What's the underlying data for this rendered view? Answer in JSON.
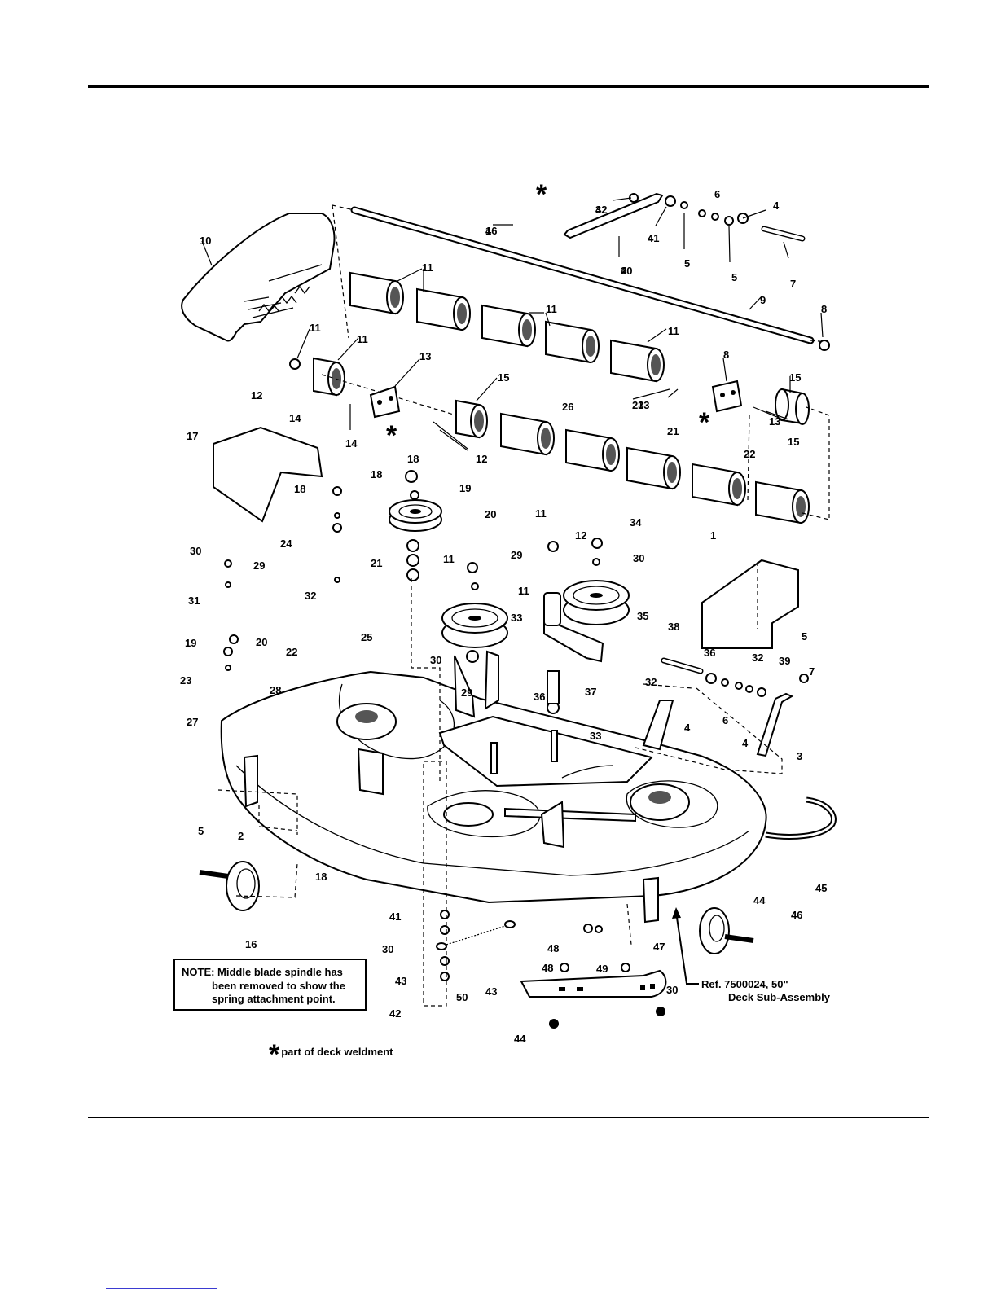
{
  "note": {
    "line1": "NOTE: Middle blade spindle has",
    "line2": "been removed to show the",
    "line3": "spring attachment point."
  },
  "weldment_note": {
    "symbol": "*",
    "text": "part of deck weldment"
  },
  "reference": {
    "line1": "Ref. 7500024, 50\"",
    "line2": "Deck Sub-Assembly"
  },
  "callouts": [
    "1",
    "2",
    "3",
    "4",
    "4",
    "5",
    "5",
    "6",
    "7",
    "8",
    "9",
    "10",
    "11",
    "11",
    "11",
    "11",
    "11",
    "13",
    "15",
    "8",
    "15",
    "13",
    "12",
    "14",
    "15",
    "13",
    "12",
    "14",
    "17",
    "18",
    "18",
    "18",
    "19",
    "20",
    "21",
    "24",
    "29",
    "30",
    "31",
    "32",
    "25",
    "19",
    "20",
    "22",
    "23",
    "28",
    "27",
    "26",
    "21",
    "22",
    "23",
    "11",
    "11",
    "11",
    "12",
    "29",
    "30",
    "34",
    "33",
    "35",
    "30",
    "29",
    "36",
    "37",
    "33",
    "32",
    "38",
    "36",
    "32",
    "39",
    "7",
    "4",
    "6",
    "4",
    "3",
    "1",
    "5",
    "5",
    "2",
    "18",
    "16",
    "41",
    "30",
    "43",
    "42",
    "50",
    "48",
    "49",
    "48",
    "47",
    "43",
    "30",
    "44",
    "45",
    "44",
    "46",
    "46",
    "40",
    "42",
    "41"
  ]
}
